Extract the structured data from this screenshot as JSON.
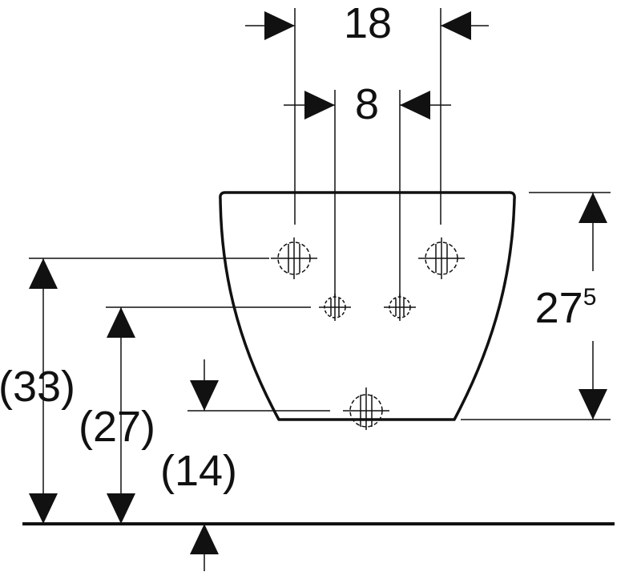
{
  "colors": {
    "line": "#111111",
    "background": "#ffffff"
  },
  "dimensions": {
    "top_outer": "18",
    "top_inner": "8",
    "right_height_main": "27",
    "right_height_sup": "5",
    "left_outer": "(33)",
    "left_middle": "(27)",
    "left_lower": "(14)"
  }
}
